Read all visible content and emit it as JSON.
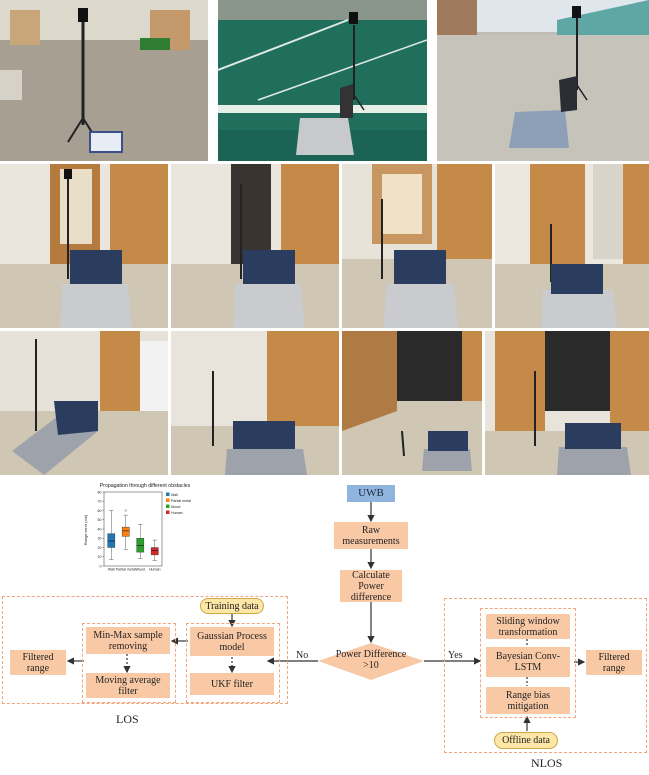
{
  "flowchart": {
    "uwb": "UWB",
    "raw": "Raw measurements",
    "calc": "Calculate Power difference",
    "decision": "Power Difference >10",
    "no_label": "No",
    "yes_label": "Yes",
    "training": "Training data",
    "gpm": "Gaussian Process model",
    "ukf": "UKF filter",
    "minmax": "Min-Max sample removing",
    "moving": "Moving average filter",
    "filtered_los": "Filtered range",
    "los": "LOS",
    "sliding": "Sliding window transformation",
    "bayes": "Bayesian Conv-LSTM",
    "range_bias": "Range bias mitigation",
    "offline": "Offline data",
    "filtered_nlos": "Filtered range",
    "nlos": "NLOS"
  },
  "chart_data": {
    "type": "box",
    "title": "Propagation through different obstacles",
    "ylabel": "Range error (cm)",
    "ylim": [
      0,
      80
    ],
    "yticks": [
      0,
      10,
      20,
      30,
      40,
      50,
      60,
      70,
      80
    ],
    "categories": [
      "Wall",
      "Partial metal",
      "Wood",
      "Human"
    ],
    "legend": [
      "Wall",
      "Partial metal",
      "Wood",
      "Human"
    ],
    "legend_position": "top-right",
    "colors": [
      "#1f77b4",
      "#ff7f0e",
      "#2ca02c",
      "#d62728"
    ],
    "series": [
      {
        "name": "Wall",
        "min": 7,
        "q1": 20,
        "median": 27,
        "q3": 35,
        "max": 60
      },
      {
        "name": "Partial metal",
        "min": 18,
        "q1": 32,
        "median": 38,
        "q3": 42,
        "max": 55,
        "outliers": [
          60
        ]
      },
      {
        "name": "Wood",
        "min": 8,
        "q1": 15,
        "median": 22,
        "q3": 30,
        "max": 45
      },
      {
        "name": "Human",
        "min": 6,
        "q1": 12,
        "median": 17,
        "q3": 20,
        "max": 28
      }
    ]
  }
}
